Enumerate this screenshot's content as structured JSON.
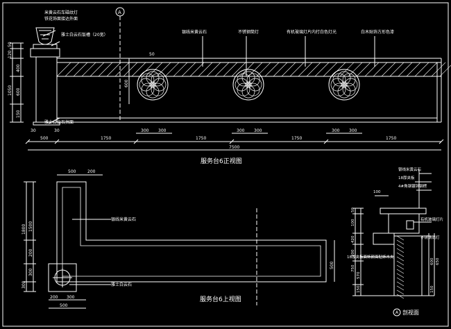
{
  "colors": {
    "background": "#000000",
    "line": "#ffffff",
    "dimension": "#ffffff",
    "cyan": "#00ffff",
    "green": "#00ff00"
  },
  "front_view": {
    "title": "服务台6正视图",
    "section_marker": "A",
    "labels": {
      "vase": "米黄云石车磁纹灯",
      "vase2": "铁花饰面接达外面",
      "pedestal_top": "雅士白云石饭槽（20宽）",
      "pedestal_base": "雅士白云石挡面",
      "callout1": "银线米黄云石",
      "callout2": "不锈钢筒灯",
      "callout3": "有机玻璃灯片内打白色灯光",
      "callout4": "白木贴饰方形色漆"
    },
    "dims_bottom": [
      "500",
      "1750",
      "1750",
      "1750",
      "1750"
    ],
    "dims_top": [
      "300",
      "300",
      "300",
      "300",
      "300",
      "300"
    ],
    "dims_small": [
      "30",
      "30"
    ],
    "dim_total": "7500",
    "dims_left": [
      "50",
      "120",
      "1050",
      "400",
      "600",
      "150"
    ],
    "dims_inner": [
      "50",
      "600"
    ]
  },
  "top_view": {
    "title": "服务台6上视图",
    "labels": {
      "stone": "银线米黄云石",
      "white": "雅士白云石"
    },
    "dims_top": [
      "500",
      "200"
    ],
    "dims_left": [
      "1500",
      "1800",
      "200",
      "300",
      "300"
    ],
    "dims_bottom": [
      "200",
      "300",
      "500"
    ],
    "dims_right": [
      "500"
    ]
  },
  "side_view": {
    "title": "剖视面",
    "marker": "A",
    "labels": {
      "l1": "银线米黄云石",
      "l2": "18厚夹板",
      "l3": "4#角钢镀锌钢楞",
      "l4": "有机玻璃灯片",
      "l5": "不锈钢筒灯",
      "l6": "18厚夹板面饰颜面贴饰木夹"
    },
    "dims_left": [
      "50",
      "100",
      "420",
      "200",
      "570",
      "750",
      "150"
    ],
    "dims_right": [
      "600",
      "650",
      "150"
    ],
    "dims_top": [
      "100"
    ]
  }
}
